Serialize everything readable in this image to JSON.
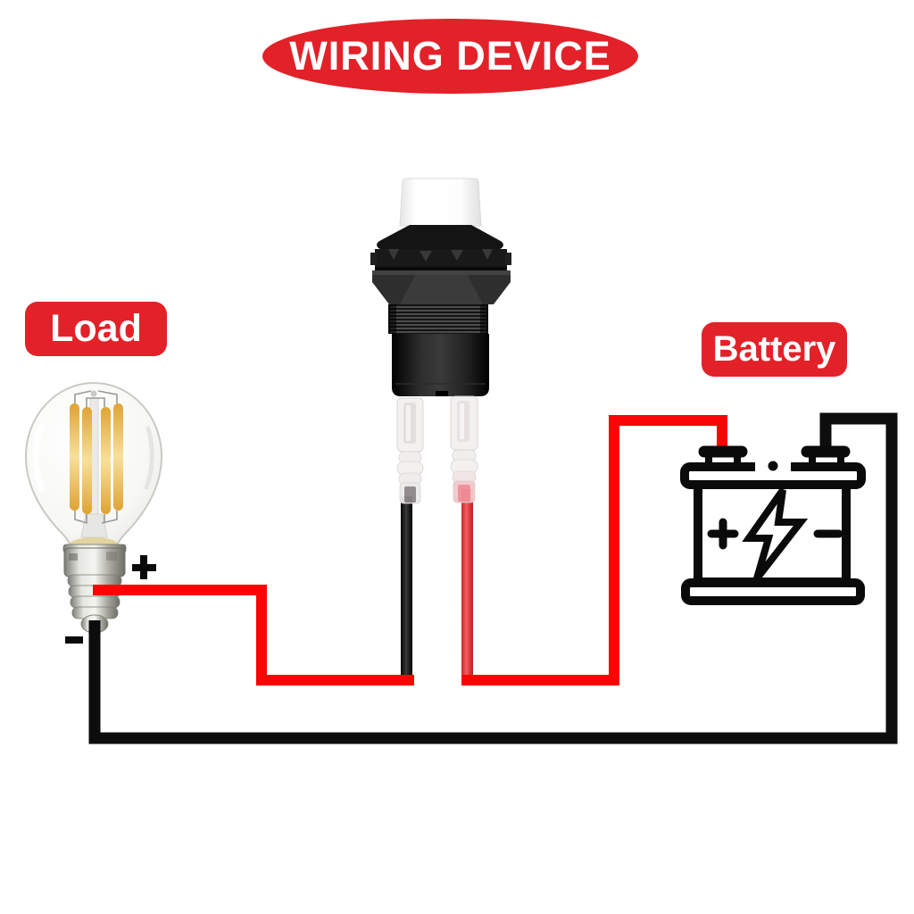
{
  "title": {
    "text": "WIRING DEVICE"
  },
  "labels": {
    "load": "Load",
    "battery": "Battery"
  },
  "symbols": {
    "bulb_positive": "+",
    "bulb_negative": "-",
    "battery_positive": "+",
    "battery_negative": "-"
  },
  "icons": {
    "load": "filament-bulb-icon",
    "switch": "push-button-switch-icon",
    "battery": "car-battery-icon",
    "bolt": "lightning-bolt-icon"
  },
  "colors": {
    "label_red": "#e32129",
    "wire_red": "#f90505",
    "wire_black": "#0d0d0d",
    "battery_outline": "#0a0a0a",
    "filament_yellow": "#eec258",
    "title_text": "#ffffff"
  }
}
